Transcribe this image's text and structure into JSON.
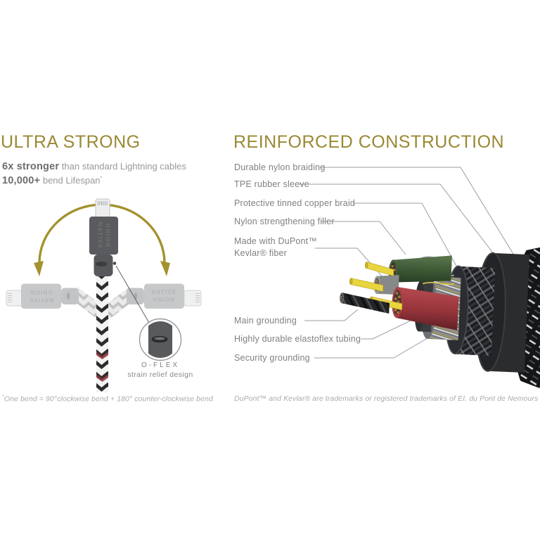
{
  "left_section": {
    "title": "ULTRA STRONG",
    "stat1": {
      "strong": "6x stronger",
      "rest": "than standard Lightning cables"
    },
    "stat2": {
      "strong": "10,000+",
      "rest": "bend Lifespan",
      "mark": "*"
    },
    "connector_brand": {
      "line1": "NATIVE",
      "line2": "UNION"
    },
    "callout": {
      "title": "O-FLEX",
      "subtitle": "strain relief design"
    },
    "footnote_mark": "*",
    "footnote_text": "One bend = 90°clockwise bend + 180° counter-clockwise bend"
  },
  "right_section": {
    "title": "REINFORCED CONSTRUCTION",
    "labels": {
      "nylon_braiding": "Durable nylon braiding",
      "tpe_sleeve": "TPE rubber sleeve",
      "copper_braid": "Protective tinned copper braid",
      "strengthening_filler": "Nylon strengthening filler",
      "kevlar_line1": "Made with DuPont™",
      "kevlar_line2": "Kevlar® fiber",
      "main_grounding": "Main grounding",
      "elastoflex": "Highly durable elastoflex tubing",
      "security_grounding": "Security grounding"
    },
    "footnote": "DuPont™ and Kevlar® are trademarks or registered trademarks of EI. du Pont de Nemours and Company."
  },
  "colors": {
    "accent_olive": "#9a8933",
    "arrow_olive": "#a3922e",
    "label_gray": "#7e8083",
    "connector_dark": "#58595b",
    "connector_ghost": "#c7c8ca",
    "braid_black": "#2b2c2e",
    "braid_white": "#f3f3f2",
    "wire_yellow": "#e9d53f",
    "wire_green": "#47613f",
    "wire_red": "#a63b42",
    "copper": "#a9763a",
    "leader_line": "#9b9da0"
  }
}
